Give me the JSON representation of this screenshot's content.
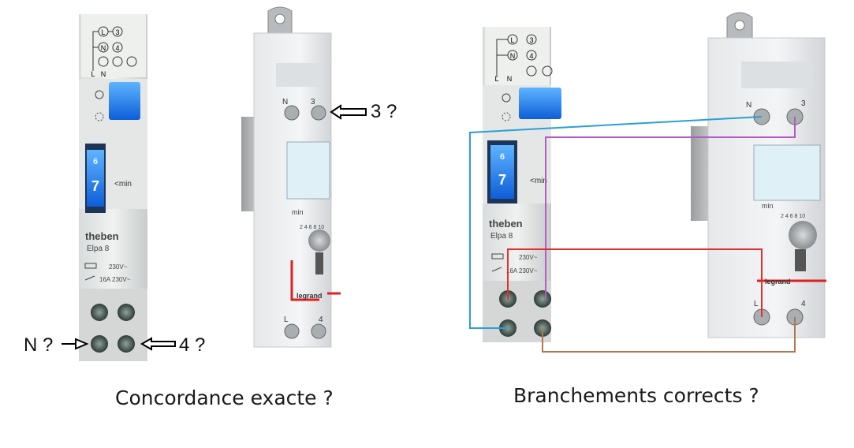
{
  "left_panel": {
    "caption": "Concordance exacte ?",
    "annotations": {
      "terminal_3": "3 ?",
      "terminal_N": "N ?",
      "terminal_4": "4 ?"
    },
    "theben": {
      "brand": "theben",
      "model": "Elpa 8",
      "diagram_top": [
        "L",
        "3"
      ],
      "diagram_mid": [
        "N",
        "4"
      ],
      "diagram_bottom": [
        "L",
        "N"
      ],
      "timer_label": "<min",
      "dial_digits": [
        "6",
        "7"
      ],
      "rating_1": "230V~",
      "rating_2": "16A 230V~"
    },
    "legrand": {
      "brand": "legrand",
      "terminals_top": [
        "N",
        "3"
      ],
      "terminals_bottom": [
        "L",
        "4"
      ],
      "min_label": "min",
      "dial_scale": "2 4 6 8 10"
    }
  },
  "right_panel": {
    "caption": "Branchements corrects ?",
    "theben": {
      "brand": "theben",
      "model": "Elpa 8",
      "diagram_top": [
        "L",
        "3"
      ],
      "diagram_mid": [
        "N",
        "4"
      ],
      "diagram_bottom": [
        "L",
        "N"
      ],
      "timer_label": "<min",
      "dial_digits": [
        "6",
        "7"
      ],
      "rating_1": "230V~",
      "rating_2": "16A 230V~"
    },
    "legrand": {
      "brand": "legrand",
      "terminals_top": [
        "N",
        "3"
      ],
      "terminals_bottom": [
        "L",
        "4"
      ],
      "min_label": "min",
      "dial_scale": "2 4 6 8 10"
    },
    "wires": [
      {
        "id": "blue",
        "color": "#2a9fd8"
      },
      {
        "id": "purple",
        "color": "#b25bc4"
      },
      {
        "id": "red",
        "color": "#e03030"
      },
      {
        "id": "brown",
        "color": "#b07850"
      }
    ]
  }
}
